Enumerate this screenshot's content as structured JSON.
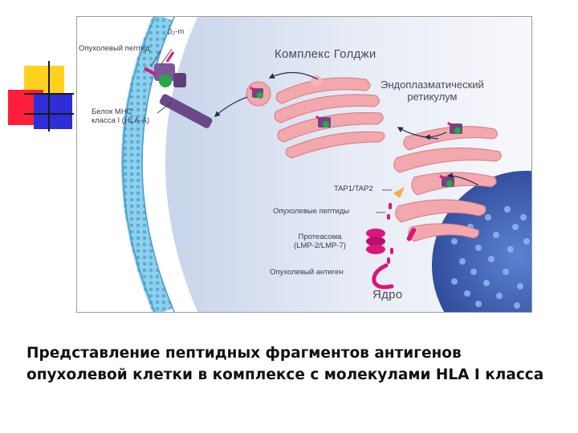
{
  "figure": {
    "labels": {
      "b2m": "β₂-m",
      "tumor_peptide": "Опухолевый пептид",
      "mhc_protein": "Белок МНС\nкласса I (HLA-A)",
      "golgi": "Комплекс Голджи",
      "er": "Эндоплазматический\nретикулум",
      "tap": "TAP1/TAP2",
      "tumor_peptides": "Опухолевые пептиды",
      "proteasome": "Протеасома\n(LMP-2/LMP-7)",
      "tumor_antigen": "Опухолевый антиген",
      "nucleus": "Ядро"
    },
    "colors": {
      "membrane": "#7fc4e6",
      "cytoplasm": "#dfe6f2",
      "organelles": "#f3a8ad",
      "nucleus": "#3f63b8",
      "mhc": "#6a4a86",
      "peptide": "#d8187a",
      "tap": "#f0b040"
    }
  },
  "caption": "Представление пептидных фрагментов антигенов опухолевой клетки в комплексе с молекулами HLA I класса"
}
